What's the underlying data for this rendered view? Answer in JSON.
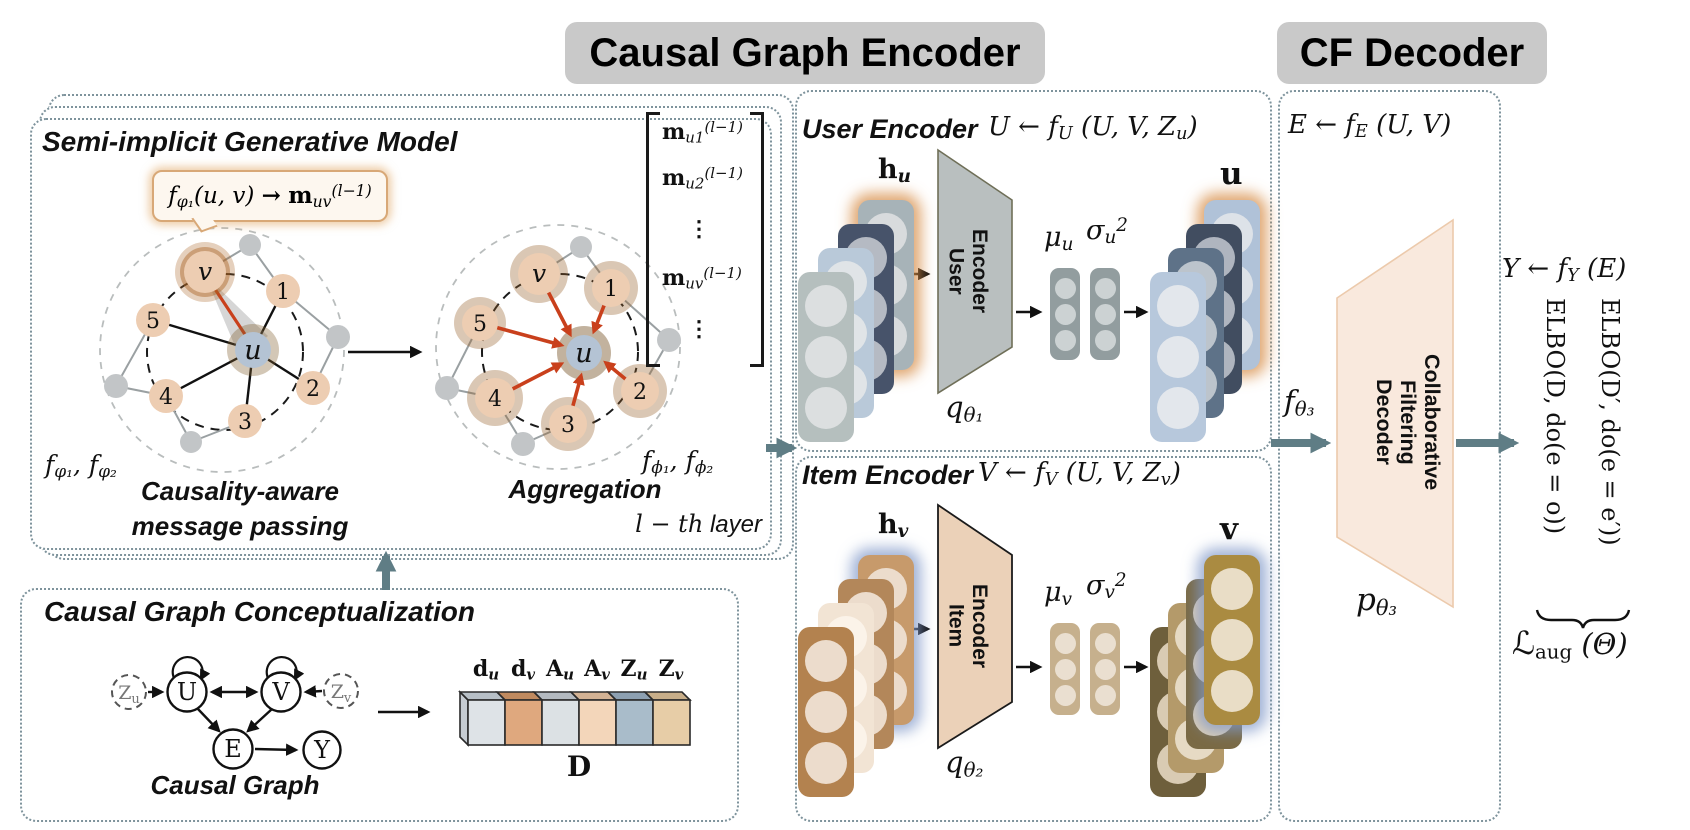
{
  "colors": {
    "slate_arrow": "#5f7d85",
    "red_edge": "#c9401c",
    "tan_node": "#edcdb2",
    "blue_node": "#b4c3d4",
    "panel_border": "#7e939c",
    "badge_bg": "#c9c9c9",
    "user_trapezoid": "#b9bfbf",
    "item_trapezoid": "#ebd1b8",
    "decoder_trapezoid": "#f9e9dd"
  },
  "headers": {
    "encoder": "Causal Graph Encoder",
    "decoder": "CF Decoder"
  },
  "generative": {
    "title": "Semi-implicit Generative Model",
    "bubble_parts": [
      "f",
      "φ₁",
      "(u, v)",
      "→",
      "m",
      "uv",
      "(l−1)"
    ],
    "matrix_rows": [
      [
        "m",
        "u1",
        "(l−1)"
      ],
      [
        "m",
        "u2",
        "(l−1)"
      ],
      [
        "⋮"
      ],
      [
        "m",
        "uv",
        "(l−1)"
      ],
      [
        "⋮"
      ]
    ],
    "fn_left_parts": [
      "f",
      "φ₁",
      ", f",
      "φ₂"
    ],
    "fn_right_parts": [
      "f",
      "ϕ₁",
      ", f",
      "ϕ₂"
    ],
    "caption_line1": "Causality-aware",
    "caption_line2": "message passing",
    "aggregation_caption": "Aggregation",
    "layer_parts": [
      "l − th",
      "layer"
    ],
    "node_labels": {
      "u": "u",
      "v": "v",
      "n1": "1",
      "n2": "2",
      "n3": "3",
      "n4": "4",
      "n5": "5"
    }
  },
  "concept": {
    "title": "Causal Graph Conceptualization",
    "caption": "Causal Graph",
    "node_labels": {
      "zu": [
        "Z",
        "u"
      ],
      "u": "U",
      "v": "V",
      "zv": [
        "Z",
        "v"
      ],
      "e": "E",
      "y": "Y"
    },
    "d_block": {
      "labels": [
        [
          "d",
          "u"
        ],
        [
          "d",
          "v"
        ],
        [
          "A",
          "u"
        ],
        [
          "A",
          "v"
        ],
        [
          "Z",
          "u"
        ],
        [
          "Z",
          "v"
        ]
      ],
      "caption": "D",
      "cell_colors": [
        "#dee3e7",
        "#dfa87e",
        "#dce1e4",
        "#f3d6ba",
        "#a9bcca",
        "#e7cda7"
      ]
    }
  },
  "user_row": {
    "title": "User Encoder",
    "formula_parts": [
      "U ← f",
      "U",
      " (U, V, Z",
      "u",
      ")"
    ],
    "h_parts": [
      "h",
      "u"
    ],
    "trap_lines": [
      "User",
      "Encoder"
    ],
    "q_parts": [
      "q",
      "θ₁"
    ],
    "mu_parts": [
      "μ",
      "u"
    ],
    "sigma_parts": [
      "σ",
      "u",
      "2"
    ],
    "out_label": "u"
  },
  "item_row": {
    "title": "Item Encoder",
    "formula_parts": [
      "V ← f",
      "V",
      " (U, V, Z",
      "v",
      ")"
    ],
    "h_parts": [
      "h",
      "v"
    ],
    "trap_lines": [
      "Item",
      "Encoder"
    ],
    "q_parts": [
      "q",
      "θ₂"
    ],
    "mu_parts": [
      "μ",
      "v"
    ],
    "sigma_parts": [
      "σ",
      "v",
      "2"
    ],
    "out_label": "v"
  },
  "decoder": {
    "e_formula_parts": [
      "E ← f",
      "E",
      " (U, V)"
    ],
    "f_parts": [
      "f",
      "θ₃"
    ],
    "trap_lines": [
      "Collaborative",
      "Filtering",
      "Decoder"
    ],
    "p_parts": [
      "p",
      "θ₃"
    ]
  },
  "output_annotations": {
    "y_formula_parts": [
      "Y ← f",
      "Y",
      " (E)"
    ],
    "elbo_do_e_prime": "ELBO(D′, do(e = e′))",
    "elbo_do_o": "ELBO(D, do(e = o))",
    "loss_parts": [
      "ℒ",
      "aug",
      " (Θ)"
    ]
  }
}
